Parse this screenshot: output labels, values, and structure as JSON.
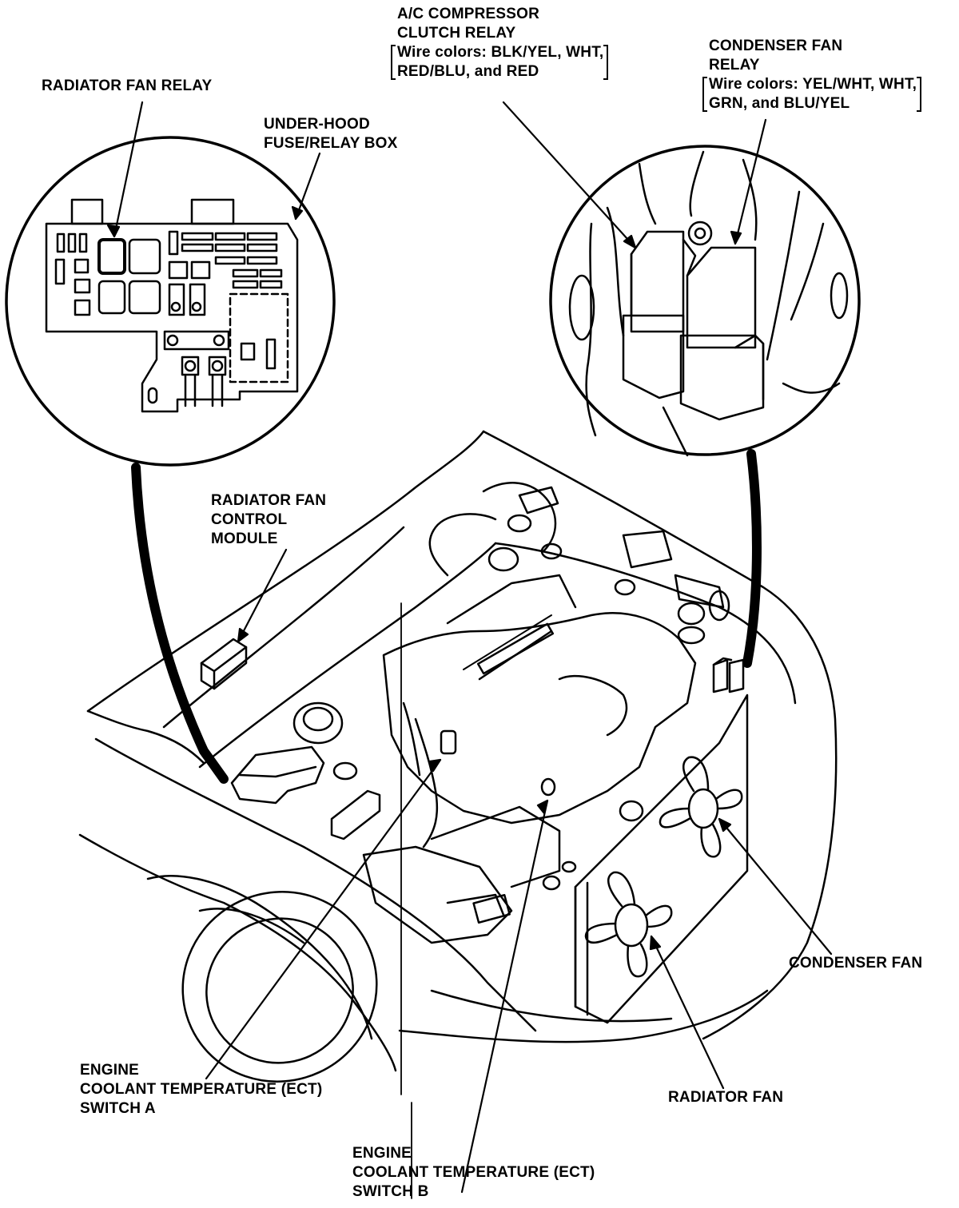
{
  "labels": {
    "radiator_fan_relay": "RADIATOR FAN RELAY",
    "under_hood_box": [
      "UNDER-HOOD",
      "FUSE/RELAY BOX"
    ],
    "ac_compressor_relay": {
      "title": [
        "A/C COMPRESSOR",
        "CLUTCH RELAY"
      ],
      "wire_colors": [
        "Wire colors: BLK/YEL, WHT,",
        "RED/BLU, and RED"
      ]
    },
    "condenser_fan_relay": {
      "title": [
        "CONDENSER FAN",
        "RELAY"
      ],
      "wire_colors": [
        "Wire colors: YEL/WHT, WHT,",
        "GRN, and BLU/YEL"
      ]
    },
    "radiator_fan_control_module": [
      "RADIATOR FAN",
      "CONTROL",
      "MODULE"
    ],
    "condenser_fan": "CONDENSER FAN",
    "radiator_fan": "RADIATOR FAN",
    "ect_switch_a": [
      "ENGINE",
      "COOLANT TEMPERATURE (ECT)",
      "SWITCH A"
    ],
    "ect_switch_b": [
      "ENGINE",
      "COOLANT TEMPERATURE (ECT)",
      "SWITCH B"
    ]
  }
}
